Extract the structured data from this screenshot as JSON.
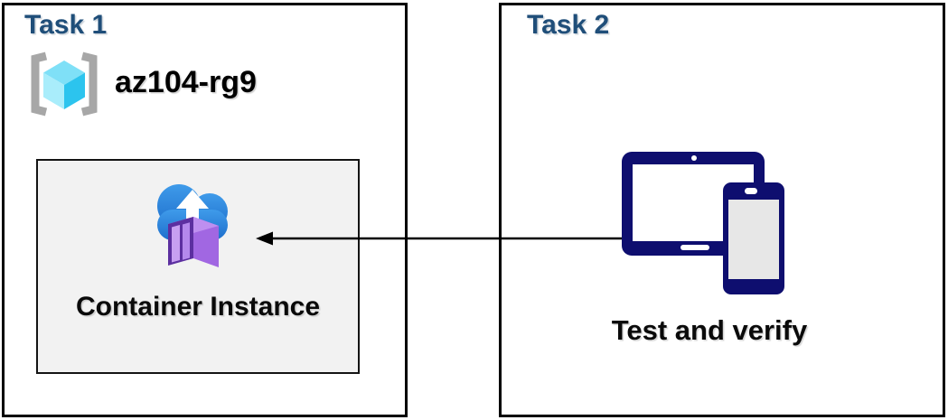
{
  "tasks": {
    "task1": {
      "title": "Task 1",
      "resource_group": {
        "name": "az104-rg9",
        "icon": "resource-group-icon"
      },
      "container_box": {
        "label": "Container Instance",
        "icon": "container-instance-icon"
      }
    },
    "task2": {
      "title": "Task 2",
      "devices": {
        "caption": "Test and verify",
        "icon": "tablet-and-phone-icon"
      }
    }
  },
  "connector": {
    "from": "task2-devices",
    "to": "task1-container-box",
    "direction": "right-to-left",
    "style": "solid-line-arrowhead-left"
  },
  "colors": {
    "task_title": "#1F4E79",
    "box_border": "#000000",
    "inner_box_bg": "#F2F2F2",
    "inner_box_border": "#141414",
    "label_black": "#0A0A0A",
    "arrow": "#000000",
    "device_navy": "#0E0E6F",
    "device_screen_white": "#FFFFFF",
    "phone_screen": "#E7E7E7",
    "bracket_gray": "#A7A7A7",
    "cube_top": "#7FE0F7",
    "cube_left": "#A9EDFB",
    "cube_right": "#2CC4EE",
    "cloud_top": "#3F9BEA",
    "cloud_bottom": "#1E6FCC",
    "arrow_white": "#FFFFFF",
    "container_frame": "#5C2FA0",
    "container_panel_light": "#C79FF1",
    "container_panel_mid": "#B488EC",
    "container_top": "#BE8FF0",
    "container_side": "#A167E2"
  }
}
